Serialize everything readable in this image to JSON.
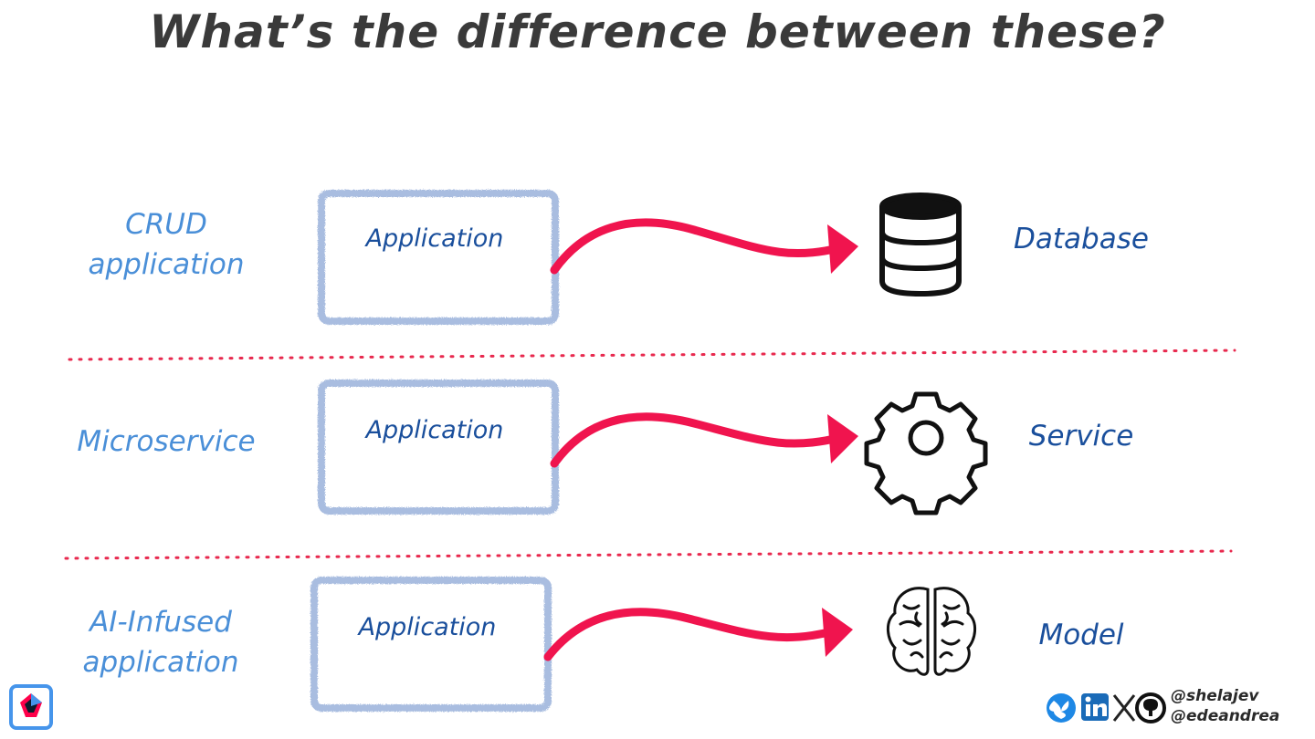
{
  "title": "What’s the difference between these?",
  "rows": [
    {
      "label_line1": "CRUD",
      "label_line2": "application",
      "app": "Application",
      "target": "Database",
      "target_icon": "database-icon"
    },
    {
      "label_line1": "Microservice",
      "label_line2": "",
      "app": "Application",
      "target": "Service",
      "target_icon": "gear-icon"
    },
    {
      "label_line1": "AI-Infused",
      "label_line2": "application",
      "app": "Application",
      "target": "Model",
      "target_icon": "brain-icon"
    }
  ],
  "footer": {
    "handle1": "@shelajev",
    "handle2": "@edeandrea",
    "social_icons": [
      "bluesky-icon",
      "linkedin-icon",
      "x-icon",
      "github-icon"
    ],
    "logo": "quarkus-logo"
  },
  "colors": {
    "arrow": "#f0144e",
    "box": "#a9bde0",
    "label": "#4a8fd8",
    "text": "#1a4f9c",
    "divider": "#e8294e"
  }
}
